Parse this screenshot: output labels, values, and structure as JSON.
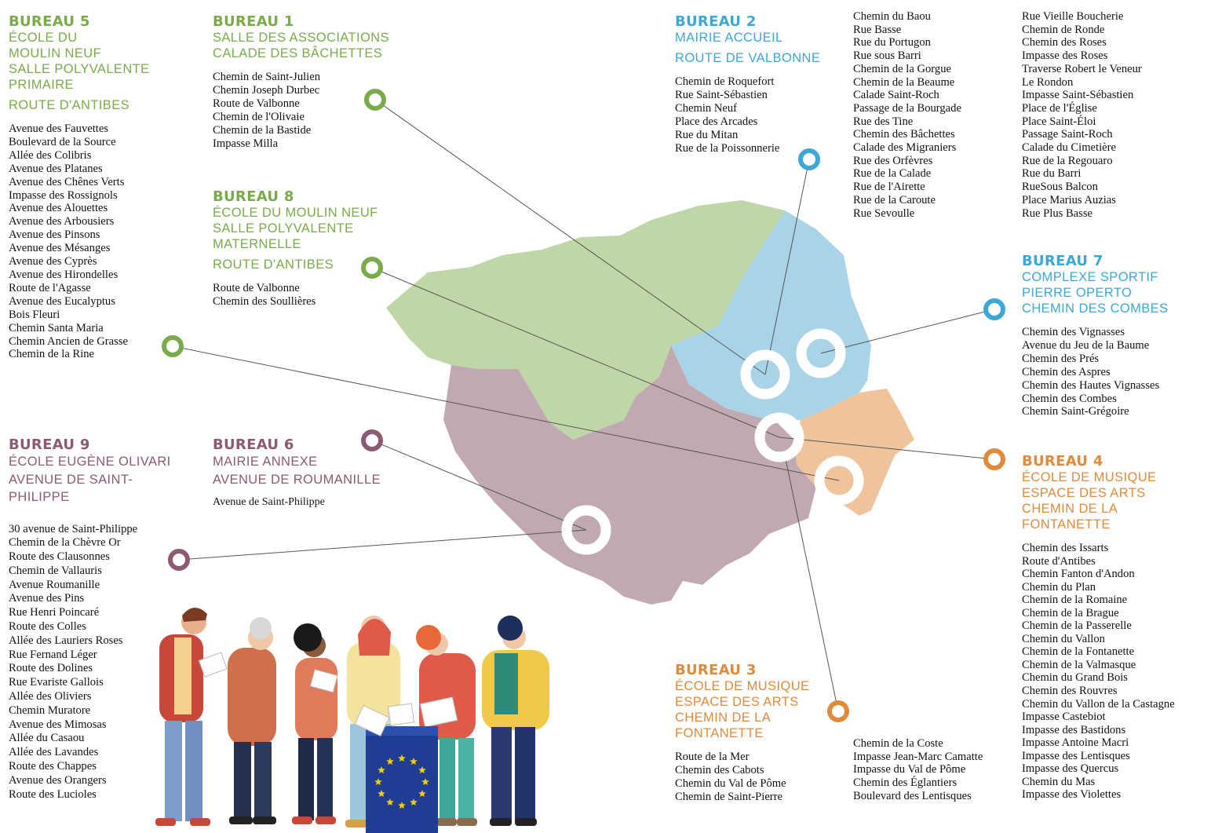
{
  "colors": {
    "green": "#7aab4a",
    "blue": "#3ca8d8",
    "orange": "#e08a3c",
    "mauve": "#8c5a72",
    "zone_green": "#bfd6a6",
    "zone_blue": "#a9d3e7",
    "zone_orange": "#efc49d",
    "zone_mauve": "#c1a9b3",
    "ballot_box": "#1f3e93",
    "eu_stars": "#f5d000"
  },
  "bureaux": [
    {
      "id": "b5",
      "color": "green",
      "title": "BUREAU 5",
      "subtitle": "ÉCOLE DU\nMOULIN NEUF\nSALLE POLYVALENTE\nPRIMAIRE",
      "address": "ROUTE D'ANTIBES",
      "streets": [
        "Avenue des Fauvettes",
        "Boulevard de la Source",
        "Allée des Colibris",
        "Avenue des Platanes",
        "Avenue des Chênes Verts",
        "Impasse des Rossignols",
        "Avenue des Alouettes",
        "Avenue des Arbousiers",
        "Avenue des Pinsons",
        "Avenue des Mésanges",
        "Avenue des Cyprès",
        "Avenue des Hirondelles",
        "Route de l'Agasse",
        "Avenue des Eucalyptus",
        "Bois Fleuri",
        "Chemin Santa Maria",
        "Chemin Ancien de Grasse",
        "Chemin de la Rine"
      ]
    },
    {
      "id": "b1",
      "color": "green",
      "title": "BUREAU 1",
      "subtitle": "SALLE DES ASSOCIATIONS\nCALADE DES BÂCHETTES",
      "address": "",
      "streets": [
        "Chemin de Saint-Julien",
        "Chemin Joseph Durbec",
        "Route de Valbonne",
        "Chemin de l'Olivaie",
        "Chemin de la Bastide",
        "Impasse Milla"
      ]
    },
    {
      "id": "b8",
      "color": "green",
      "title": "BUREAU 8",
      "subtitle": "ÉCOLE DU MOULIN NEUF\nSALLE POLYVALENTE\nMATERNELLE",
      "address": "ROUTE D'ANTIBES",
      "streets": [
        "Route de Valbonne",
        "Chemin des Soullières"
      ]
    },
    {
      "id": "b2",
      "color": "blue",
      "title": "BUREAU 2",
      "subtitle": "MAIRIE ACCUEIL",
      "address": "ROUTE DE VALBONNE",
      "streets": [
        "Chemin de Roquefort",
        "Rue Saint-Sébastien",
        "Chemin Neuf",
        "Place des Arcades",
        "Rue du Mitan",
        "Rue de la Poissonnerie"
      ],
      "streets_col2": [
        "Chemin du Baou",
        "Rue Basse",
        "Rue du Portugon",
        "Rue sous Barri",
        "Chemin de la Gorgue",
        "Chemin de la Beaume",
        "Calade Saint-Roch",
        "Passage de la Bourgade",
        "Rue des Tine",
        "Chemin des Bâchettes",
        "Calade des Migraniers",
        "Rue des Orfèvres",
        "Rue de la Calade",
        "Rue de l'Airette",
        "Rue de la Caroute",
        "Rue Sevoulle"
      ],
      "streets_col3": [
        "Rue Vieille Boucherie",
        "Chemin de Ronde",
        "Chemin des Roses",
        "Impasse des Roses",
        "Traverse Robert le Veneur",
        "Le Rondon",
        "Impasse Saint-Sébastien",
        "Place de l'Église",
        "Place Saint-Éloi",
        "Passage Saint-Roch",
        "Calade du Cimetière",
        "Rue de la Regouaro",
        "Rue du Barri",
        "RueSous Balcon",
        "Place Marius Auzias",
        "Rue Plus Basse"
      ]
    },
    {
      "id": "b7",
      "color": "blue",
      "title": "BUREAU 7",
      "subtitle": "COMPLEXE SPORTIF\nPIERRE OPERTO\nCHEMIN DES COMBES",
      "address": "",
      "streets": [
        "Chemin des Vignasses",
        "Avenue du Jeu de la Baume",
        "Chemin des Prés",
        "Chemin des Aspres",
        "Chemin des Hautes Vignasses",
        "Chemin des Combes",
        "Chemin Saint-Grégoire"
      ]
    },
    {
      "id": "b4",
      "color": "orange",
      "title": "BUREAU 4",
      "subtitle": "ÉCOLE DE MUSIQUE\nESPACE DES ARTS\nCHEMIN DE LA\nFONTANETTE",
      "address": "",
      "streets": [
        "Chemin des Issarts",
        "Route d'Antibes",
        "Chemin Fanton d'Andon",
        "Chemin du Plan",
        "Chemin de la Romaine",
        "Chemin de la Brague",
        "Chemin de la Passerelle",
        "Chemin du Vallon",
        "Chemin de la Fontanette",
        "Chemin de la Valmasque",
        "Chemin du Grand Bois",
        "Chemin des Rouvres",
        "Chemin du Vallon de la Castagne",
        "Impasse Castebiot",
        "Impasse des Bastidons",
        "Impasse Antoine Macri",
        "Impasse des Lentisques",
        "Impasse des Quercus",
        "Chemin du Mas",
        "Impasse des Violettes"
      ]
    },
    {
      "id": "b3",
      "color": "orange",
      "title": "BUREAU 3",
      "subtitle": "ÉCOLE DE MUSIQUE\nESPACE DES ARTS\nCHEMIN DE LA\nFONTANETTE",
      "address": "",
      "streets": [
        "Route de la Mer",
        "Chemin des Cabots",
        "Chemin du Val de Pôme",
        "Chemin de Saint-Pierre"
      ],
      "streets_col2": [
        "Chemin de la Coste",
        "Impasse Jean-Marc Camatte",
        "Impasse du Val de Pôme",
        "Chemin des Églantiers",
        "Boulevard des Lentisques"
      ]
    },
    {
      "id": "b9",
      "color": "mauve",
      "title": "BUREAU 9",
      "subtitle": "ÉCOLE EUGÈNE OLIVARI\nAVENUE DE SAINT-\nPHILIPPE",
      "address": "",
      "streets": [
        "30 avenue de Saint-Philippe",
        "Chemin de la Chèvre Or",
        "Route des Clausonnes",
        "Chemin de Vallauris",
        "Avenue Roumanille",
        "Avenue des Pins",
        "Rue Henri Poincaré",
        "Route des Colles",
        "Allée des Lauriers Roses",
        "Rue Fernand Léger",
        "Route des Dolines",
        "Rue Evariste Gallois",
        "Allée des Oliviers",
        "Chemin Muratore",
        "Avenue des Mimosas",
        "Allée du Casaou",
        "Allée des Lavandes",
        "Route des Chappes",
        "Avenue des Orangers",
        "Route des Lucioles"
      ]
    },
    {
      "id": "b6",
      "color": "mauve",
      "title": "BUREAU 6",
      "subtitle": "MAIRIE ANNEXE",
      "address": "AVENUE DE ROUMANILLE",
      "streets": [
        "Avenue de Saint-Philippe"
      ]
    }
  ]
}
